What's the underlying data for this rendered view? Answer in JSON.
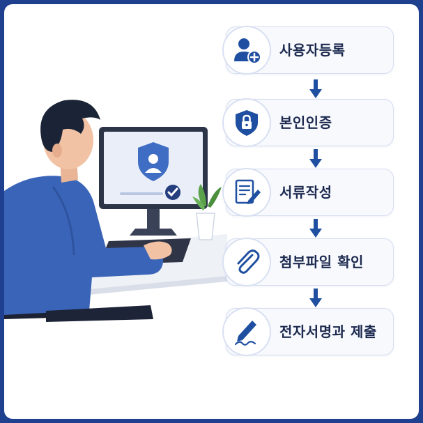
{
  "steps": [
    {
      "label": "사용자등록",
      "icon": "user-add-icon"
    },
    {
      "label": "본인인증",
      "icon": "shield-lock-icon"
    },
    {
      "label": "서류작성",
      "icon": "document-edit-icon"
    },
    {
      "label": "첨부파일 확인",
      "icon": "paperclip-icon"
    },
    {
      "label": "전자서명과 제출",
      "icon": "pen-signature-icon"
    }
  ],
  "colors": {
    "accent": "#1f4fa0",
    "frame": "#1f3f8f",
    "shirt": "#3a64b8"
  }
}
